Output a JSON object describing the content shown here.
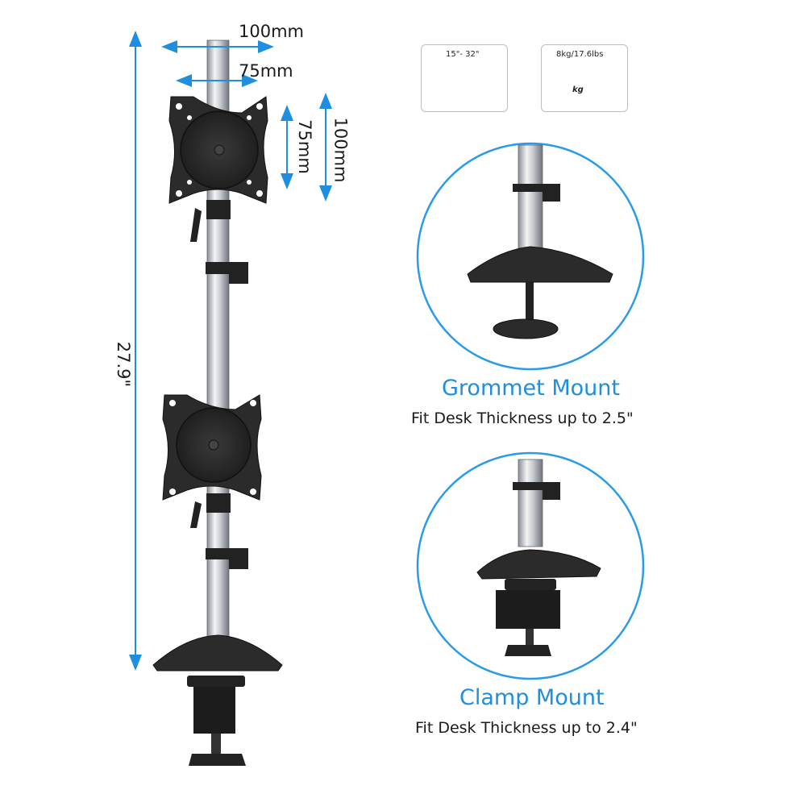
{
  "dimensions": {
    "top_width_outer": "100mm",
    "top_width_inner": "75mm",
    "vertical_inner": "75mm",
    "vertical_outer": "100mm",
    "total_height": "27.9\""
  },
  "spec_badges": {
    "screen_size": "15\"- 32\"",
    "weight": "8kg/17.6lbs",
    "weight_unit": "kg"
  },
  "grommet": {
    "title": "Grommet Mount",
    "subtitle": "Fit Desk Thickness up to 2.5\""
  },
  "clamp": {
    "title": "Clamp Mount",
    "subtitle": "Fit Desk Thickness up to 2.4\""
  },
  "colors": {
    "accent_blue": "#1e8fe0",
    "circle_border": "#2a9be8",
    "metal_dark": "#2b2b2b",
    "pole_silver": "#b8bcc2"
  }
}
